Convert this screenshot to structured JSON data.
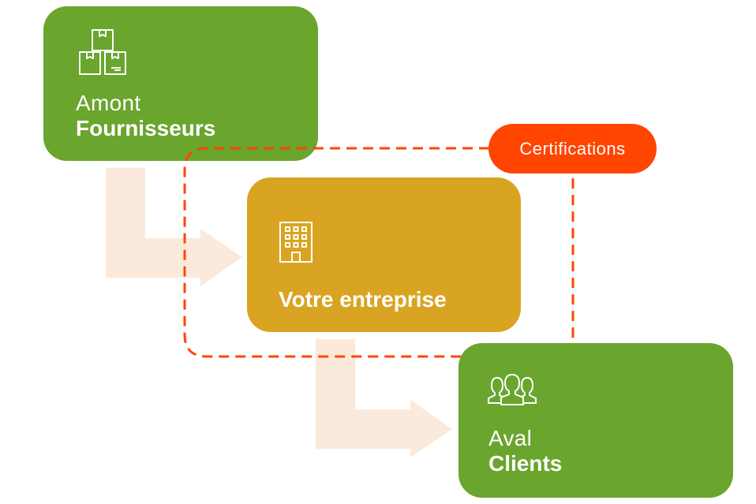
{
  "supplier": {
    "line1": "Amont",
    "line2": "Fournisseurs",
    "icon": "boxes-icon"
  },
  "company": {
    "label": "Votre entreprise",
    "icon": "building-icon"
  },
  "client": {
    "line1": "Aval",
    "line2": "Clients",
    "icon": "people-icon"
  },
  "certification": {
    "label": "Certifications"
  },
  "colors": {
    "green": "#6aa52e",
    "gold": "#d9a421",
    "orange": "#ff4500",
    "arrow": "#fbeadb"
  }
}
